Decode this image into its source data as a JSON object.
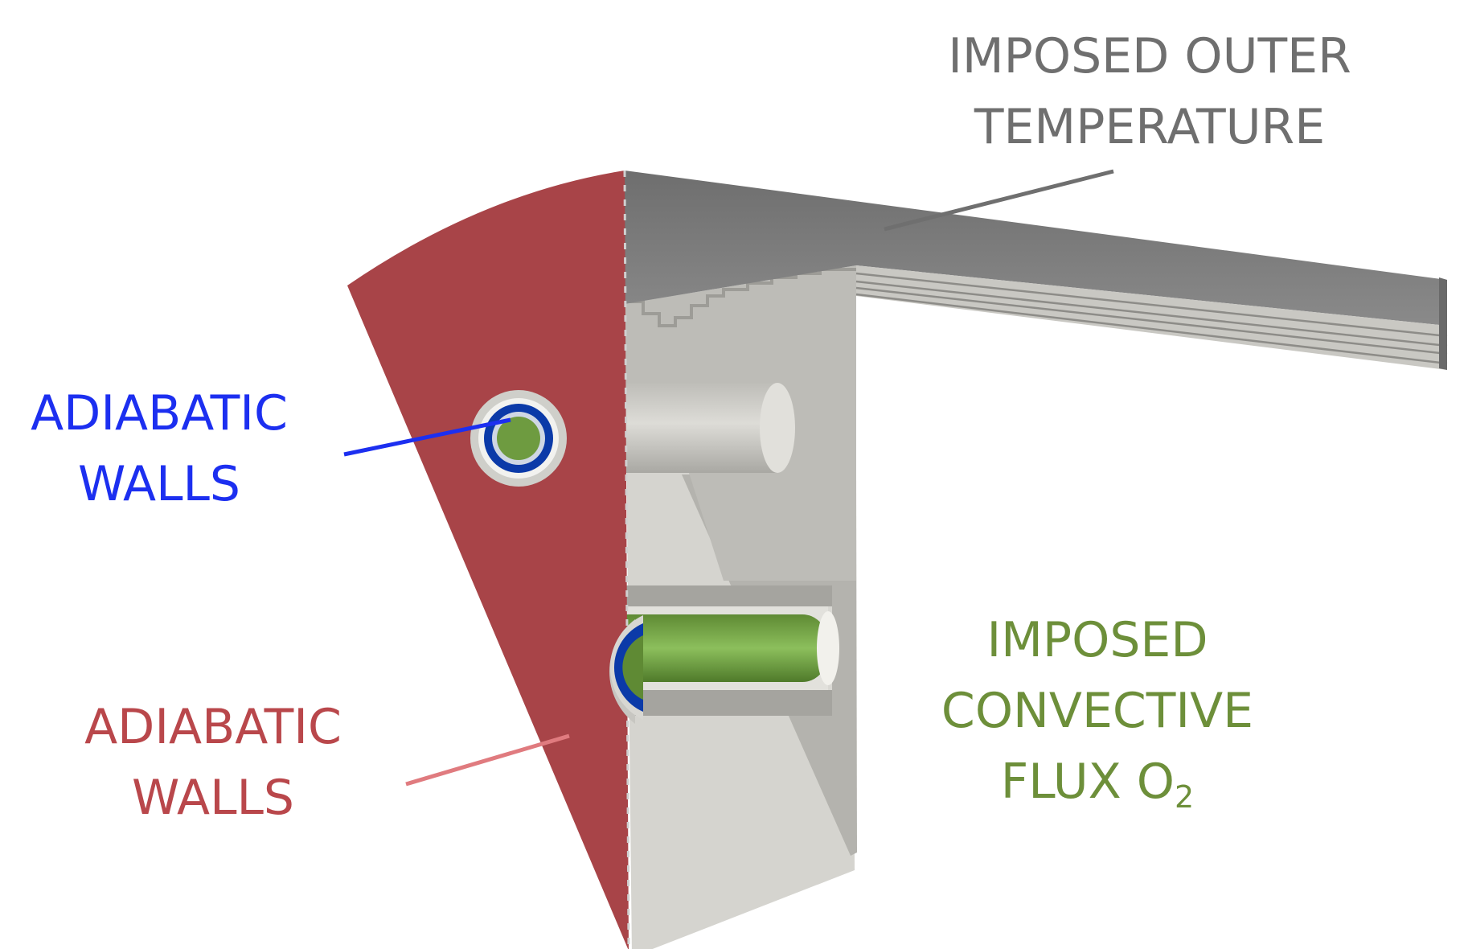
{
  "labels": {
    "outer_temperature": {
      "line1": "IMPOSED OUTER",
      "line2": "TEMPERATURE"
    },
    "adiabatic_blue": {
      "line1": "ADIABATIC",
      "line2": "WALLS"
    },
    "adiabatic_red": {
      "line1": "ADIABATIC",
      "line2": "WALLS"
    },
    "convective_flux": {
      "line1": "IMPOSED",
      "line2": "CONVECTIVE",
      "line3_main": "FLUX O",
      "line3_sub": "2"
    }
  },
  "colors": {
    "outer_label": "#6f6f6f",
    "blue_label": "#1c2ff0",
    "red_label": "#b9474b",
    "green_label": "#6d8f3a",
    "red_face": "#a84448",
    "grey_top": "#7b7b7b",
    "grey_light": "#d3d2cd",
    "green_tube": "#6e9b40",
    "blue_ring": "#0b3aa8"
  }
}
